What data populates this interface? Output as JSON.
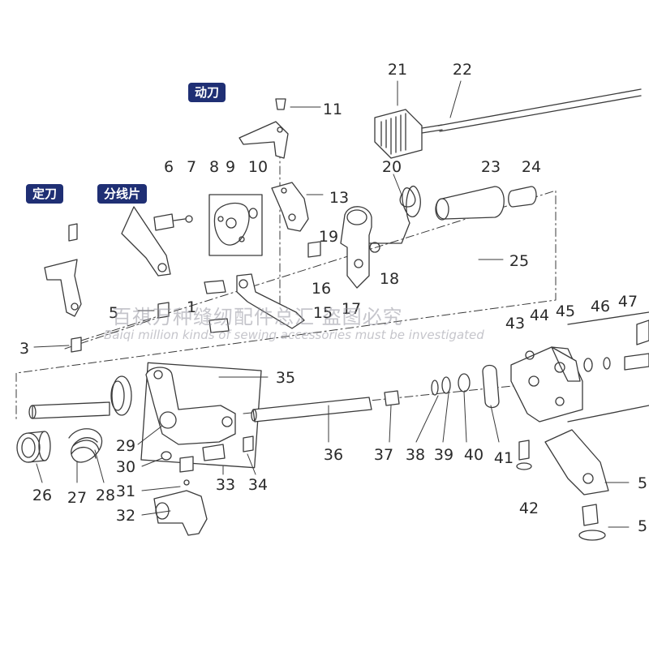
{
  "labels": {
    "moving_knife": "动刀",
    "fixed_knife": "定刀",
    "thread_separator": "分线片"
  },
  "label_color": "#1f2f74",
  "watermark": {
    "line1": "百祺万种缝纫配件总汇 盗图必究",
    "line2": "Baiqi million kinds of sewing accessories must be investigated"
  },
  "part_numbers": [
    "21",
    "22",
    "11",
    "20",
    "23",
    "24",
    "6",
    "7",
    "8",
    "9",
    "10",
    "13",
    "19",
    "18",
    "25",
    "5",
    "1",
    "16",
    "15",
    "17",
    "3",
    "43",
    "44",
    "45",
    "46",
    "47",
    "35",
    "36",
    "37",
    "38",
    "39",
    "40",
    "41",
    "29",
    "30",
    "31",
    "32",
    "33",
    "34",
    "26",
    "27",
    "28",
    "42",
    "5",
    "5"
  ]
}
